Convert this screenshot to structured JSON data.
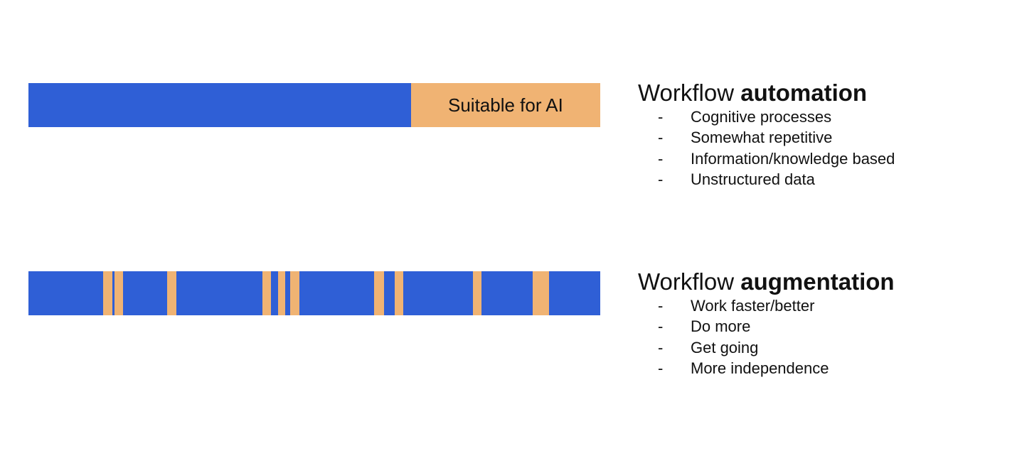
{
  "colors": {
    "blue": "#2f5fd6",
    "orange": "#f0b373",
    "text": "#111111"
  },
  "automation": {
    "title_prefix": "Workflow",
    "title_strong": "automation",
    "bar_ai_label": "Suitable for AI",
    "bar_ai_fraction_start": 0.669,
    "bullets": [
      "Cognitive processes",
      "Somewhat repetitive",
      "Information/knowledge based",
      "Unstructured data"
    ]
  },
  "augmentation": {
    "title_prefix": "Workflow",
    "title_strong": "augmentation",
    "ai_stripes": [
      [
        0.13,
        0.147
      ],
      [
        0.151,
        0.166
      ],
      [
        0.243,
        0.259
      ],
      [
        0.409,
        0.424
      ],
      [
        0.436,
        0.449
      ],
      [
        0.458,
        0.474
      ],
      [
        0.605,
        0.622
      ],
      [
        0.64,
        0.655
      ],
      [
        0.777,
        0.792
      ],
      [
        0.882,
        0.911
      ]
    ],
    "bullets": [
      "Work faster/better",
      "Do more",
      "Get going",
      "More independence"
    ]
  },
  "bullet_marker": "-"
}
